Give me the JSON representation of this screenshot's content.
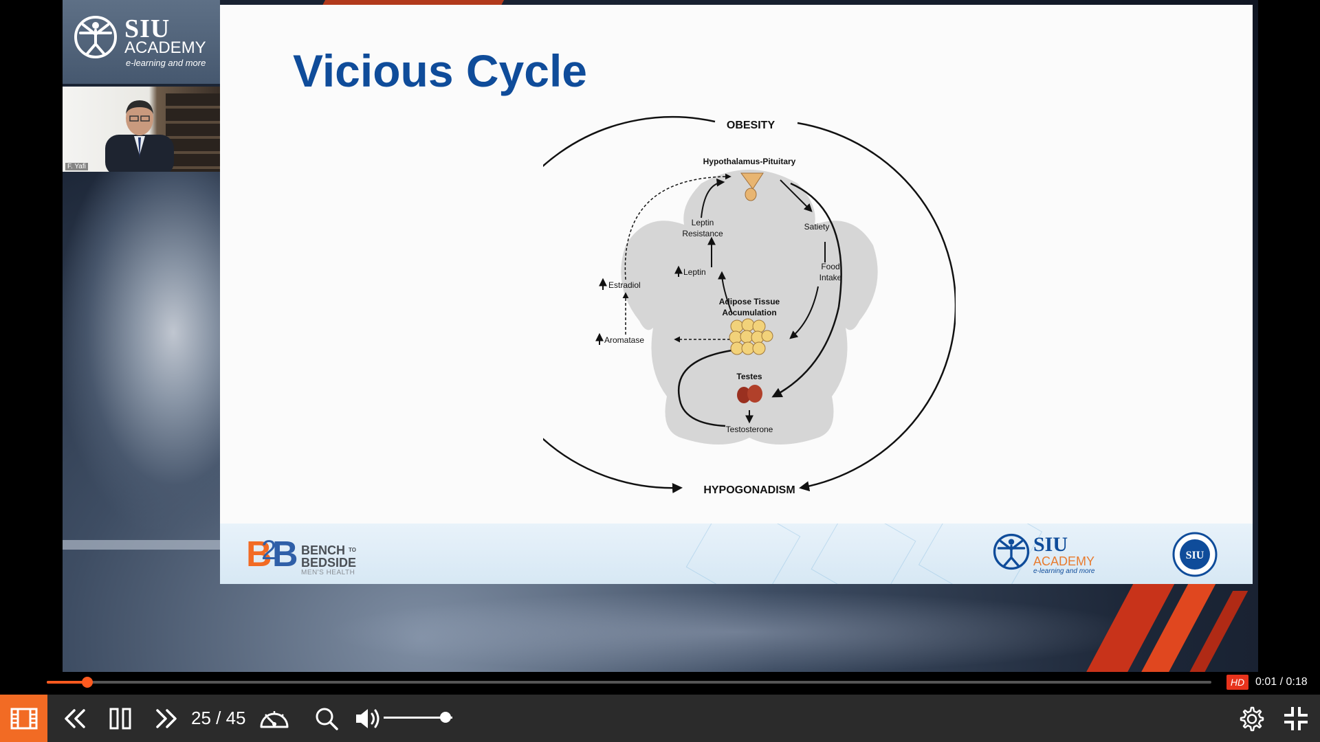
{
  "brand": {
    "siu": "SIU",
    "academy": "ACADEMY",
    "tagline": "e-learning and more"
  },
  "webcam": {
    "speaker_name": "F. Yafi"
  },
  "slide": {
    "title": "Vicious Cycle",
    "diagram": {
      "obesity": "OBESITY",
      "hypogonadism": "HYPOGONADISM",
      "hypothalamus": "Hypothalamus-Pituitary",
      "leptin_resistance_1": "Leptin",
      "leptin_resistance_2": "Resistance",
      "satiety": "Satiety",
      "food_intake_1": "Food",
      "food_intake_2": "Intake",
      "leptin": "Leptin",
      "estradiol": "Estradiol",
      "adipose_1": "Adipose Tissue",
      "adipose_2": "Accumulation",
      "aromatase": "Aromatase",
      "testes": "Testes",
      "testosterone": "Testosterone"
    },
    "footer": {
      "b2b_line1": "BENCH",
      "b2b_to": "TO",
      "b2b_line2": "BEDSIDE",
      "b2b_line3": "MEN'S HEALTH",
      "siu": "SIU",
      "academy": "ACADEMY",
      "tagline": "e-learning and more",
      "seal_text": "SIU"
    }
  },
  "player": {
    "progress_fraction": 0.035,
    "hd_label": "HD",
    "time": "0:01 / 0:18",
    "page_counter": "25 / 45",
    "volume_fraction": 0.9,
    "colors": {
      "accent": "#f26b24",
      "progress": "#ff5a1f",
      "hd": "#e8331c",
      "title_blue": "#0f4c9a"
    },
    "icons": [
      "film-icon",
      "rewind-icon",
      "pause-icon",
      "fast-forward-icon",
      "speedometer-icon",
      "search-icon",
      "volume-icon",
      "gear-icon",
      "exit-fullscreen-icon"
    ]
  }
}
